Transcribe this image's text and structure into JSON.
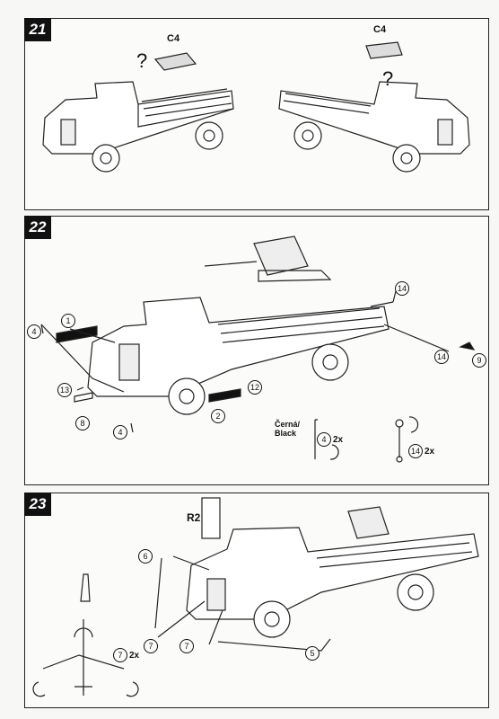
{
  "steps": [
    {
      "number": "21",
      "labels": {
        "c4_left": "C4",
        "c4_right": "C4",
        "q_left": "?",
        "q_right": "?"
      }
    },
    {
      "number": "22",
      "parts": {
        "p1": "1",
        "p2": "2",
        "p4a": "4",
        "p4b": "4",
        "p8": "8",
        "p9": "9",
        "p12": "12",
        "p13": "13",
        "p14a": "14",
        "p14b": "14"
      },
      "note": {
        "color": "Černá/",
        "color_en": "Black",
        "detail_part": "4",
        "detail_qty": "2x",
        "detail2_part": "14",
        "detail2_qty": "2x"
      }
    },
    {
      "number": "23",
      "parts": {
        "r2": "R2",
        "p5": "5",
        "p6": "6",
        "p7a": "7",
        "p7b": "7",
        "p7c": "7",
        "qty": "2x"
      }
    }
  ]
}
